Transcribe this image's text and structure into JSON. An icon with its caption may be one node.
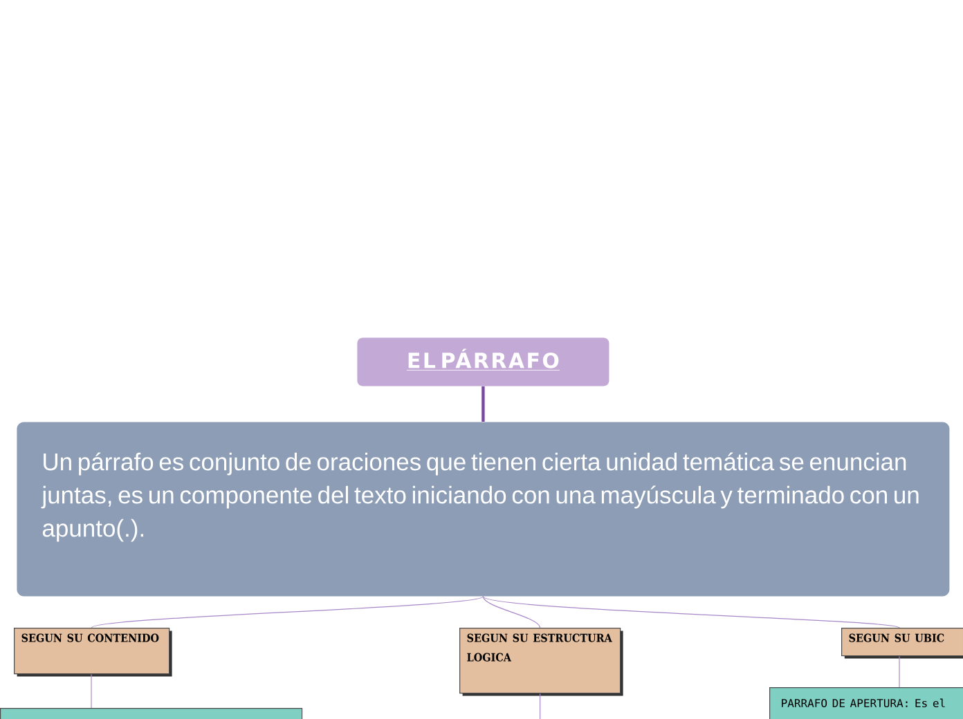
{
  "diagram": {
    "nodes": [
      {
        "text": [
          "EL PÁRRAFO"
        ]
      },
      {
        "text": [
          "Un párrafo es conjunto de oraciones que tienen cierta unidad temática se enuncian juntas, es un componente del texto iniciando con una mayúscula y terminado con un apunto(.)."
        ]
      },
      {
        "text": [
          "SEGUN SU CONTENIDO"
        ]
      },
      {
        "text": [
          "SEGUN SU ESTRUCTURA LOGICA"
        ]
      },
      {
        "text": [
          "SEGUN SU UBIC"
        ]
      },
      {
        "text": [],
        "shape": "box"
      },
      {
        "text": [
          "PARRAFO DE APERTURA: Es el"
        ]
      }
    ],
    "edges": [
      {
        "from": 0,
        "to": 1,
        "arrow": "none",
        "style": "thick",
        "color": "#7b4a9e"
      },
      {
        "from": 1,
        "to": 2,
        "arrow": "none"
      },
      {
        "from": 1,
        "to": 3,
        "arrow": "none"
      },
      {
        "from": 1,
        "to": 4,
        "arrow": "none"
      },
      {
        "from": 2,
        "to": 5,
        "arrow": "none"
      },
      {
        "from": 3,
        "to": null,
        "arrow": "none"
      },
      {
        "from": 4,
        "to": 6,
        "arrow": "none"
      }
    ]
  }
}
